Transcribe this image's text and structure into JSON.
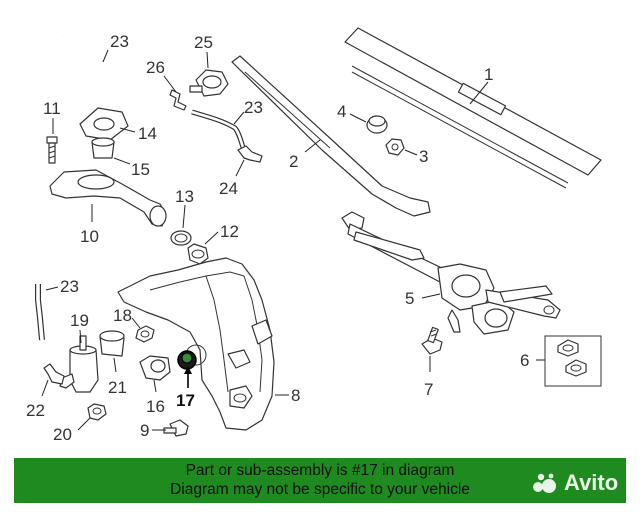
{
  "callouts": {
    "n1": "1",
    "n2": "2",
    "n3": "3",
    "n4": "4",
    "n5": "5",
    "n6": "6",
    "n7": "7",
    "n8": "8",
    "n9": "9",
    "n10": "10",
    "n11": "11",
    "n12": "12",
    "n13": "13",
    "n14": "14",
    "n15": "15",
    "n16": "16",
    "n17": "17",
    "n18": "18",
    "n19": "19",
    "n20": "20",
    "n21": "21",
    "n22": "22",
    "n23a": "23",
    "n23b": "23",
    "n23c": "23",
    "n24": "24",
    "n25": "25",
    "n26": "26"
  },
  "highlighted_part": "17",
  "banner": {
    "line1": "Part or sub-assembly is #17 in diagram",
    "line2": "Diagram may not be specific to your vehicle",
    "background_color": "#1f8a1f"
  },
  "watermark": {
    "text": "Avito",
    "icon": "avito-logo-icon"
  }
}
